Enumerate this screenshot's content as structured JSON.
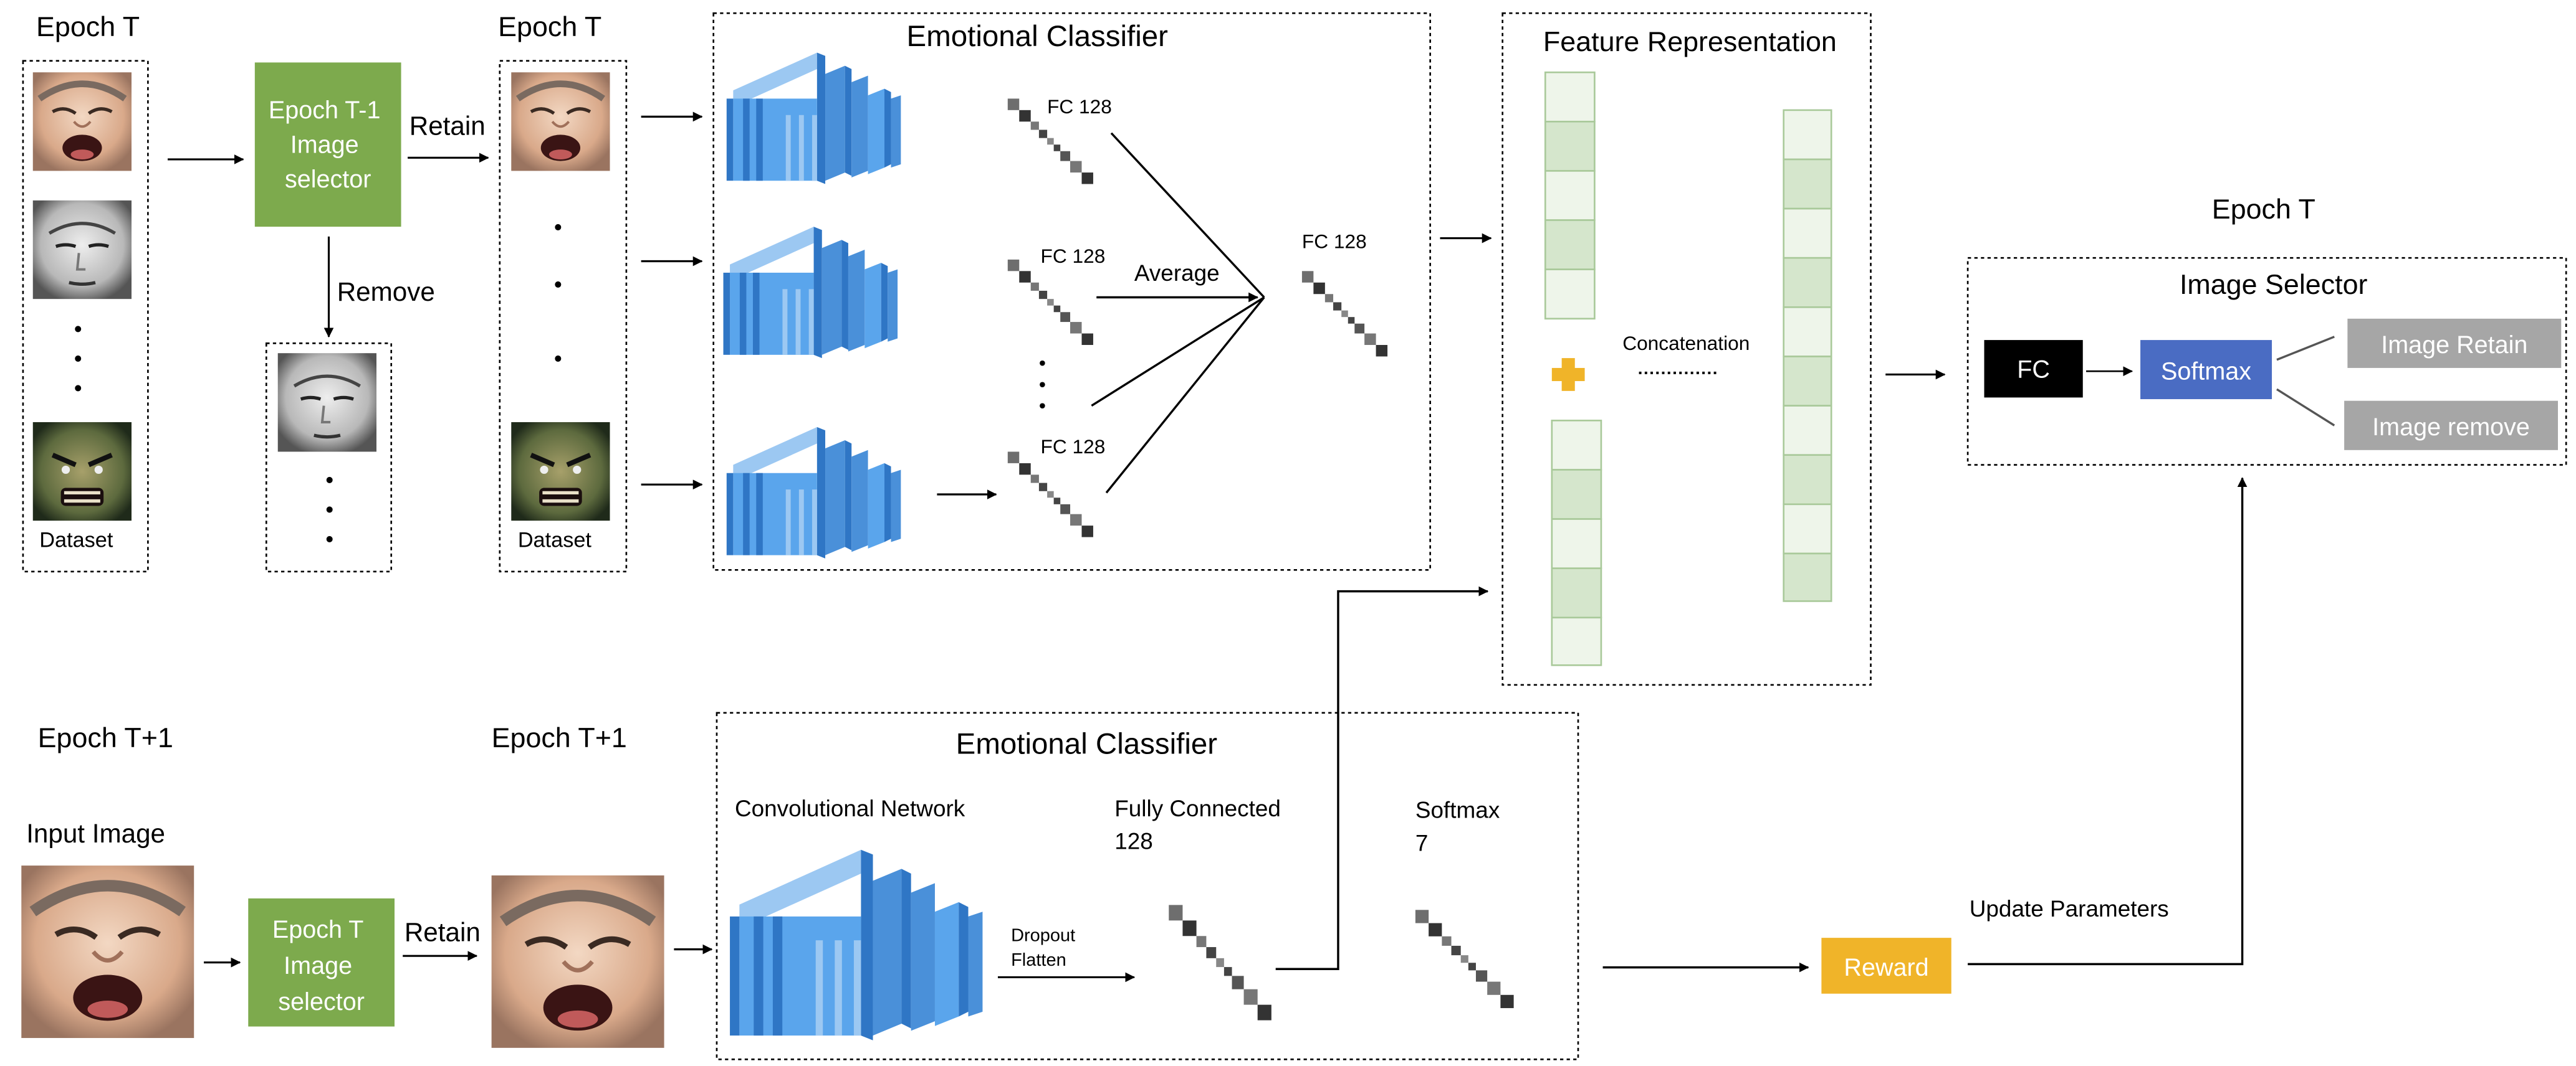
{
  "colors": {
    "selector_green": "#7daa4d",
    "cnn_blue": "#4a90d9",
    "softmax_blue": "#4a6cc3",
    "reward_yellow": "#f0b429",
    "fc_black": "#000000",
    "output_gray": "#a6a6a6",
    "plus_yellow": "#f0b429",
    "feature_green_light": "#eef5ea",
    "feature_green_dark": "#d5e6cc"
  },
  "top_row": {
    "epoch_label_left": "Epoch T",
    "epoch_label_mid": "Epoch T",
    "dataset_label_left": "Dataset",
    "dataset_label_mid": "Dataset",
    "selector_lines": [
      "Epoch T-1",
      "Image",
      "selector"
    ],
    "retain_label": "Retain",
    "remove_label": "Remove",
    "face_images": [
      "crying-baby-face",
      "calm-man-face",
      "angry-man-face",
      "calm-man-face",
      "crying-baby-face",
      "angry-man-face"
    ],
    "classifier": {
      "title": "Emotional Classifier",
      "fc_labels": [
        "FC 128",
        "FC 128",
        "FC 128"
      ],
      "average_label": "Average",
      "output_fc_label": "FC 128"
    }
  },
  "feature": {
    "title": "Feature Representation",
    "concatenation_label": "Concatenation",
    "plus_icon": "plus-icon"
  },
  "selector_panel": {
    "epoch_label": "Epoch T",
    "title": "Image Selector",
    "fc_label": "FC",
    "softmax_label": "Softmax",
    "retain_label": "Image Retain",
    "remove_label": "Image remove"
  },
  "bottom_row": {
    "epoch_label_left": "Epoch T+1",
    "epoch_label_mid": "Epoch T+1",
    "input_label": "Input Image",
    "selector_lines": [
      "Epoch T",
      "Image",
      "selector"
    ],
    "retain_label": "Retain",
    "classifier": {
      "title": "Emotional Classifier",
      "conv_label": "Convolutional Network",
      "fc_label_lines": [
        "Fully Connected",
        "128"
      ],
      "softmax_label_lines": [
        "Softmax",
        "7"
      ],
      "dropout_label": "Dropout",
      "flatten_label": "Flatten"
    },
    "reward_label": "Reward",
    "update_label": "Update Parameters"
  }
}
